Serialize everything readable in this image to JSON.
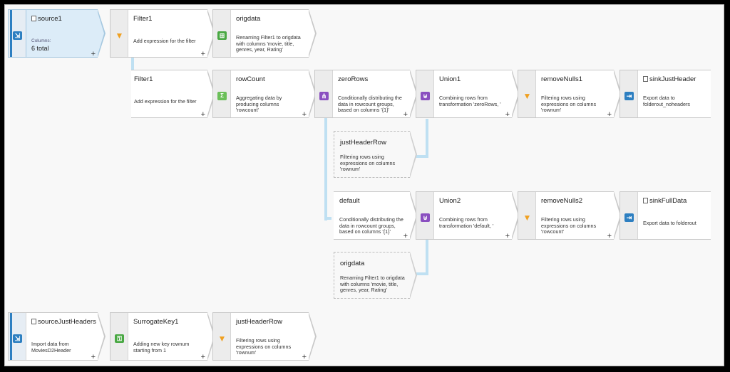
{
  "colors": {
    "accent": "#2d7fc1",
    "connector": "#bfe0f2",
    "selected": "#dcecf8"
  },
  "nodes": {
    "source1": {
      "title": "source1",
      "sub": "Columns:",
      "count": "6 total",
      "icon": "source-icon"
    },
    "filter1a": {
      "title": "Filter1",
      "desc": "Add expression for the filter",
      "icon": "filter-icon"
    },
    "origdata1": {
      "title": "origdata",
      "desc": "Renaming Filter1 to origdata with columns 'movie, title, genres, year, Rating'",
      "icon": "select-icon"
    },
    "filter1b": {
      "title": "Filter1",
      "desc": "Add expression for the filter",
      "icon": "filter-icon"
    },
    "rowCount": {
      "title": "rowCount",
      "desc": "Aggregating data by producing columns 'rowcount'",
      "icon": "aggregate-icon"
    },
    "zeroRows": {
      "title": "zeroRows",
      "desc": "Conditionally distributing the data in rowcount groups, based on columns '{1}'",
      "icon": "split-icon"
    },
    "union1": {
      "title": "Union1",
      "desc": "Combining rows from transformation 'zeroRows, '",
      "icon": "union-icon"
    },
    "removeNulls1": {
      "title": "removeNulls1",
      "desc": "Filtering rows using expressions on columns 'rownum'",
      "icon": "filter-icon"
    },
    "sinkJustHeader": {
      "title": "sinkJustHeader",
      "desc": "Export data to folderout_noheaders",
      "icon": "sink-icon"
    },
    "justHeaderRowGhost": {
      "title": "justHeaderRow",
      "desc": "Filtering rows using expressions on columns 'rownum'"
    },
    "default": {
      "title": "default",
      "desc": "Conditionally distributing the data in rowcount groups, based on columns '{1}'"
    },
    "union2": {
      "title": "Union2",
      "desc": "Combining rows from transformation 'default, '",
      "icon": "union-icon"
    },
    "removeNulls2": {
      "title": "removeNulls2",
      "desc": "Filtering rows using expressions on columns 'rowcount'",
      "icon": "filter-icon"
    },
    "sinkFullData": {
      "title": "sinkFullData",
      "desc": "Export data to folderout",
      "icon": "sink-icon"
    },
    "origdataGhost": {
      "title": "origdata",
      "desc": "Renaming Filter1 to origdata with columns 'movie, title, genres, year, Rating'"
    },
    "sourceJustHeaders": {
      "title": "sourceJustHeaders",
      "desc": "Import data from MoviesD2Header",
      "icon": "source-icon"
    },
    "surrogateKey1": {
      "title": "SurrogateKey1",
      "desc": "Adding new key rownum starting from 1",
      "icon": "key-icon"
    },
    "justHeaderRow": {
      "title": "justHeaderRow",
      "desc": "Filtering rows using expressions on columns 'rownum'",
      "icon": "filter-icon"
    }
  },
  "plus_label": "+"
}
